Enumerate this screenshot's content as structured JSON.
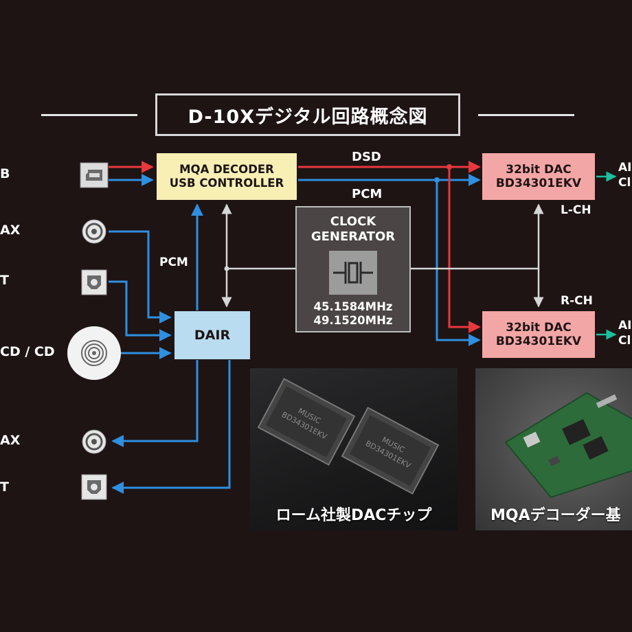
{
  "diagram": {
    "title": "D-10Xデジタル回路概念図",
    "inputs": {
      "usb_label": "B",
      "coax_in_label": "AX",
      "opt_in_label": "T",
      "disc_label": "CD / CD"
    },
    "outputs": {
      "coax_out_label": "AX",
      "opt_out_label": "T"
    },
    "blocks": {
      "mqa_decoder": [
        "MQA DECODER",
        "USB CONTROLLER"
      ],
      "dair": "DAIR",
      "dac_l": [
        "32bit DAC",
        "BD34301EKV"
      ],
      "dac_r": [
        "32bit DAC",
        "BD34301EKV"
      ],
      "clock": {
        "title": [
          "CLOCK",
          "GENERATOR"
        ],
        "frequencies": [
          "45.1584MHz",
          "49.1520MHz"
        ]
      }
    },
    "signals": {
      "dsd": "DSD",
      "pcm_top": "PCM",
      "pcm_left": "PCM",
      "l_ch": "L-CH",
      "r_ch": "R-CH"
    },
    "analog_out": {
      "l": [
        "AI",
        "Cl"
      ],
      "r": [
        "AI",
        "Cl"
      ]
    },
    "photos": {
      "dac_chip_caption": "ローム社製DACチップ",
      "dac_chip_marking": [
        "MUSIC",
        "BD34301EKV"
      ],
      "mqa_board_caption": "MQAデコーダー基"
    },
    "colors": {
      "background": "#1e1414",
      "dsd_line": "#e8383d",
      "pcm_line": "#2f8fe0",
      "control_line": "#d6d6d6",
      "analog_line": "#1bbf9c",
      "mqa_block": "#f7efb4",
      "dair_block": "#b9dcf0",
      "dac_block": "#f3a6a6",
      "clock_block": "#4b4545"
    }
  }
}
